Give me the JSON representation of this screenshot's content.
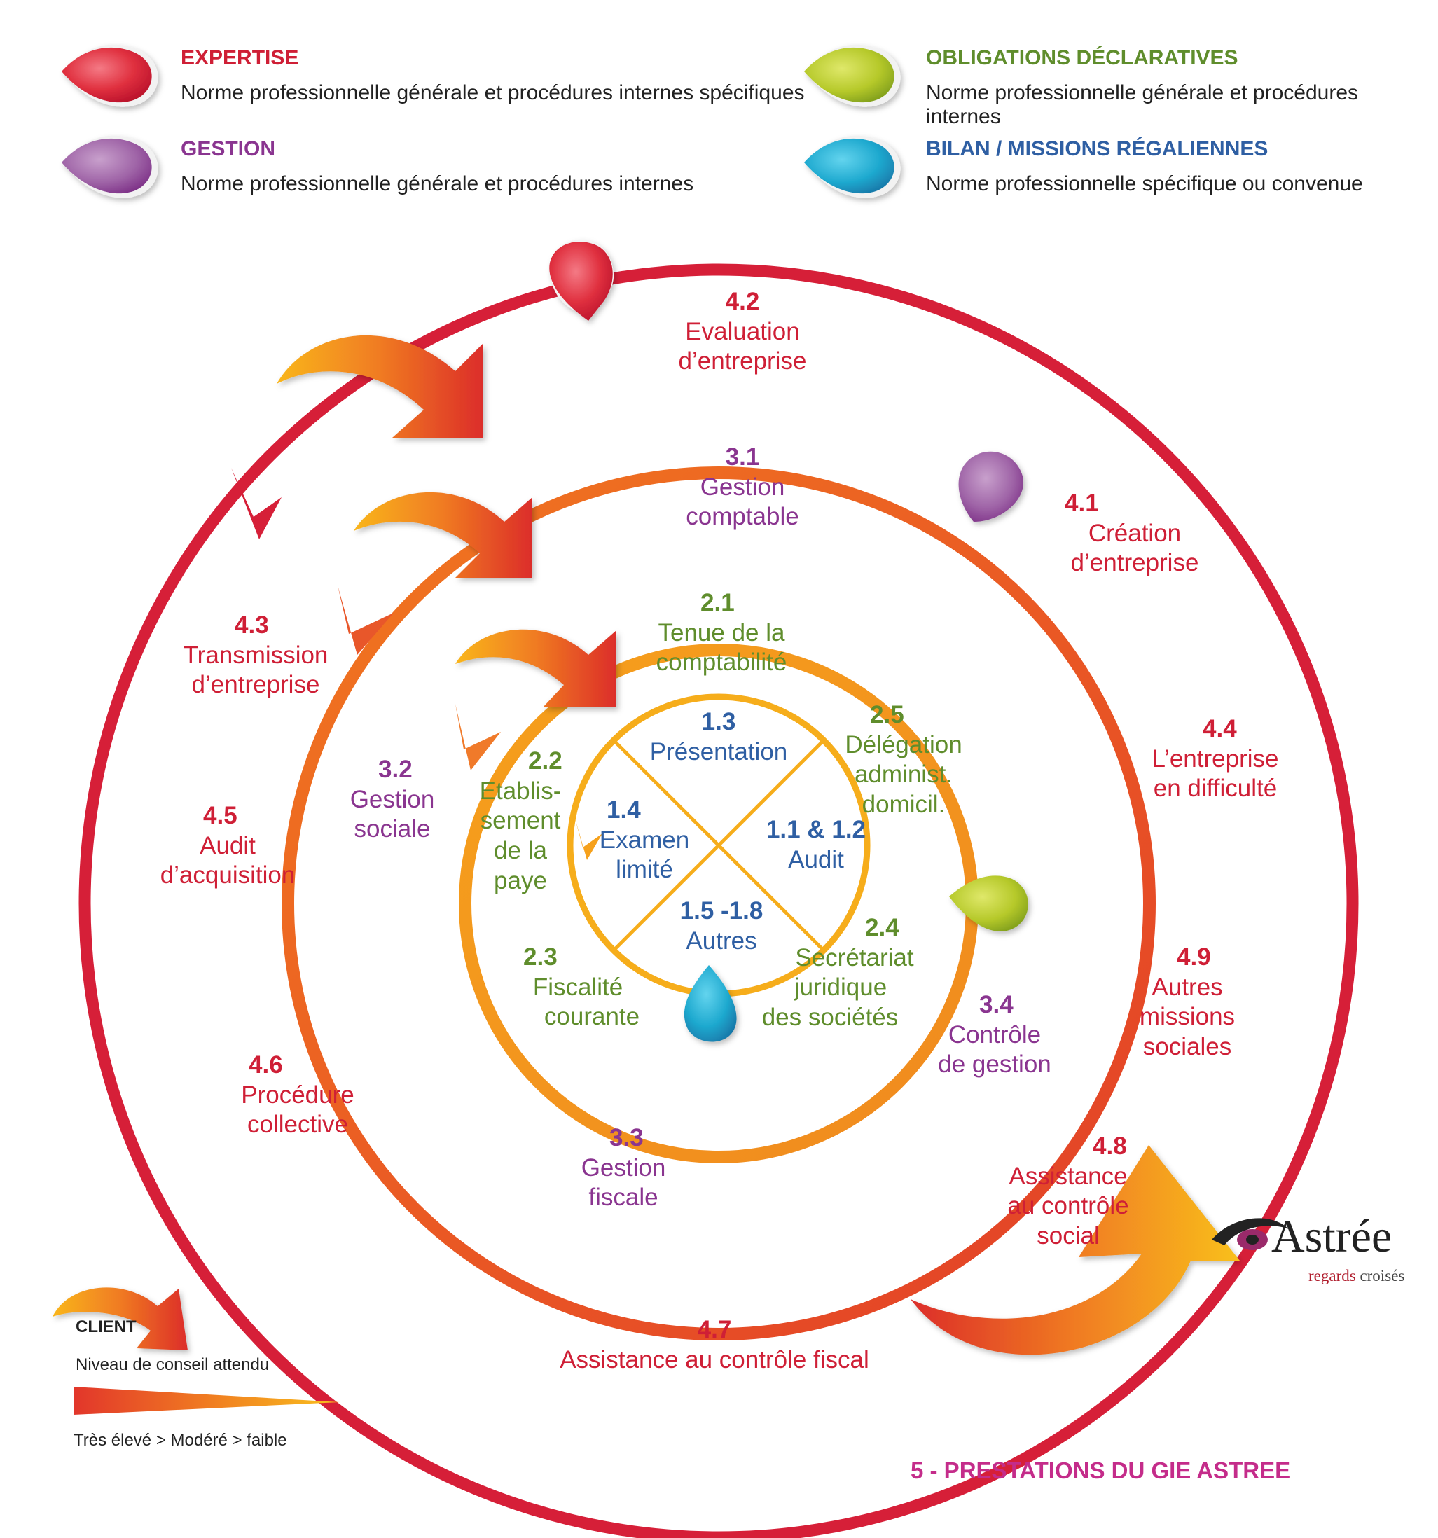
{
  "legend": {
    "expertise": {
      "title": "EXPERTISE",
      "desc": "Norme professionnelle générale et procédures internes spécifiques",
      "color": "#d8203a"
    },
    "gestion": {
      "title": "GESTION",
      "desc": "Norme professionnelle générale et procédures internes",
      "color": "#8a3590"
    },
    "obligations": {
      "title": "OBLIGATIONS DÉCLARATIVES",
      "desc": "Norme professionnelle générale et procédures internes",
      "color": "#6b9a2a"
    },
    "bilan": {
      "title": "BILAN / MISSIONS RÉGALIENNES",
      "desc": "Norme professionnelle spécifique ou convenue",
      "color": "#2f5fa3"
    }
  },
  "ring4": {
    "i42": {
      "num": "4.2",
      "label1": "Evaluation",
      "label2": "d’entreprise"
    },
    "i41": {
      "num": "4.1",
      "label1": "Création",
      "label2": "d’entreprise"
    },
    "i43": {
      "num": "4.3",
      "label1": "Transmission",
      "label2": "d’entreprise"
    },
    "i44": {
      "num": "4.4",
      "label1": "L’entreprise",
      "label2": "en difficulté"
    },
    "i45": {
      "num": "4.5",
      "label1": "Audit",
      "label2": "d’acquisition"
    },
    "i49": {
      "num": "4.9",
      "label1": "Autres",
      "label2": "missions",
      "label3": "sociales"
    },
    "i46": {
      "num": "4.6",
      "label1": "Procédure",
      "label2": "collective"
    },
    "i48": {
      "num": "4.8",
      "label1": "Assistance",
      "label2": "au contrôle",
      "label3": "social"
    },
    "i47": {
      "num": "4.7",
      "label1": "Assistance au contrôle fiscal"
    }
  },
  "ring3": {
    "i31": {
      "num": "3.1",
      "label1": "Gestion",
      "label2": "comptable"
    },
    "i32": {
      "num": "3.2",
      "label1": "Gestion",
      "label2": "sociale"
    },
    "i34": {
      "num": "3.4",
      "label1": "Contrôle",
      "label2": "de gestion"
    },
    "i33": {
      "num": "3.3",
      "label1": "Gestion",
      "label2": "fiscale"
    }
  },
  "ring2": {
    "i21": {
      "num": "2.1",
      "label1": "Tenue de la",
      "label2": "comptabilité"
    },
    "i25": {
      "num": "2.5",
      "label1": "Délégation",
      "label2": "administ.",
      "label3": "domicil."
    },
    "i22": {
      "num": "2.2",
      "label1": "Etablis-",
      "label2": "sement",
      "label3": "de la",
      "label4": "paye"
    },
    "i24": {
      "num": "2.4",
      "label1": "Secrétariat",
      "label2": "juridique",
      "label3": "des sociétés"
    },
    "i23": {
      "num": "2.3",
      "label1": "Fiscalité",
      "label2": "courante"
    }
  },
  "ring1": {
    "i13": {
      "num": "1.3",
      "label1": "Présentation"
    },
    "i14": {
      "num": "1.4",
      "label1": "Examen",
      "label2": "limité"
    },
    "i1112": {
      "num": "1.1 & 1.2",
      "label1": "Audit"
    },
    "i15": {
      "num": "1.5 -1.8",
      "label1": "Autres"
    }
  },
  "bottom_legend": {
    "client": "CLIENT",
    "niveau": "Niveau de conseil attendu",
    "scale": "Très élevé > Modéré > faible"
  },
  "footer_title": "5 - PRESTATIONS DU GIE ASTREE",
  "logo": {
    "name": "Astrée",
    "tagline_part1": "regards",
    "tagline_part2": "croisés"
  },
  "colors": {
    "red": "#d8203a",
    "orange": "#f07820",
    "amber": "#f5a21e",
    "yellow": "#f7b51c"
  }
}
